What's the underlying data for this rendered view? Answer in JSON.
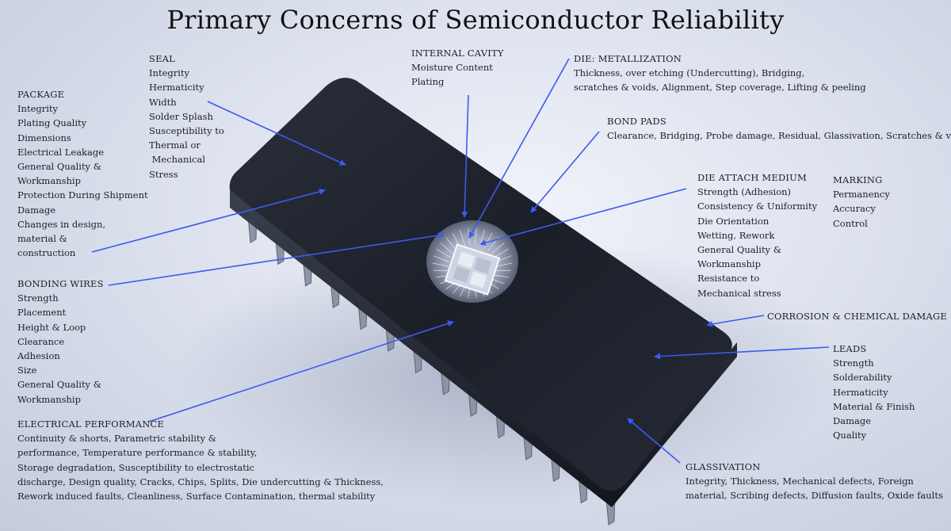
{
  "title": "Primary Concerns of Semiconductor Reliability",
  "colors": {
    "arrow": "#3b5bf0",
    "chip": "#1e222c"
  },
  "sections": {
    "package": {
      "heading": "PACKAGE",
      "items": [
        "Integrity",
        "Plating Quality",
        "Dimensions",
        "Electrical Leakage",
        "General Quality &",
        "Workmanship",
        "Protection During Shipment",
        "Damage",
        "Changes in design,",
        "material &",
        "construction"
      ]
    },
    "seal": {
      "heading": "SEAL",
      "items": [
        "Integrity",
        "Hermaticity",
        "Width",
        "Solder Splash",
        "Susceptibility to",
        "Thermal or",
        " Mechanical",
        "Stress"
      ]
    },
    "internal_cavity": {
      "heading": "INTERNAL CAVITY",
      "items": [
        "Moisture Content",
        "Plating"
      ]
    },
    "die_metallization": {
      "heading": "DIE: METALLIZATION",
      "lines": [
        "Thickness, over etching (Undercutting), Bridging,",
        "scratches & voids, Alignment, Step coverage, Lifting & peeling"
      ]
    },
    "bond_pads": {
      "heading": "BOND PADS",
      "lines": [
        "Clearance, Bridging, Probe damage, Residual, Glassivation, Scratches & voids"
      ]
    },
    "die_attach": {
      "heading": "DIE ATTACH MEDIUM",
      "items": [
        "Strength (Adhesion)",
        "Consistency & Uniformity",
        "Die Orientation",
        "Wetting, Rework",
        "General Quality &",
        "Workmanship",
        "Resistance to",
        "Mechanical stress"
      ]
    },
    "marking": {
      "heading": "MARKING",
      "items": [
        "Permanency",
        "Accuracy",
        "Control"
      ]
    },
    "bonding_wires": {
      "heading": "BONDING WIRES",
      "items": [
        "Strength",
        "Placement",
        "Height & Loop",
        "Clearance",
        "Adhesion",
        "Size",
        "General Quality &",
        "Workmanship"
      ]
    },
    "corrosion": {
      "heading": "CORROSION & CHEMICAL DAMAGE"
    },
    "leads": {
      "heading": "LEADS",
      "items": [
        "Strength",
        "Solderability",
        "Hermaticity",
        "Material & Finish",
        "Damage",
        "Quality"
      ]
    },
    "electrical": {
      "heading": "ELECTRICAL PERFORMANCE",
      "lines": [
        "Continuity & shorts, Parametric stability &",
        "performance, Temperature performance & stability,",
        "Storage degradation, Susceptibility to electrostatic",
        "discharge, Design quality, Cracks, Chips, Splits, Die undercutting & Thickness,",
        "Rework induced faults, Cleanliness, Surface Contamination, thermal stability"
      ]
    },
    "glassivation": {
      "heading": "GLASSIVATION",
      "lines": [
        "Integrity, Thickness, Mechanical defects, Foreign",
        "material, Scribing defects, Diffusion faults, Oxide faults"
      ]
    }
  }
}
